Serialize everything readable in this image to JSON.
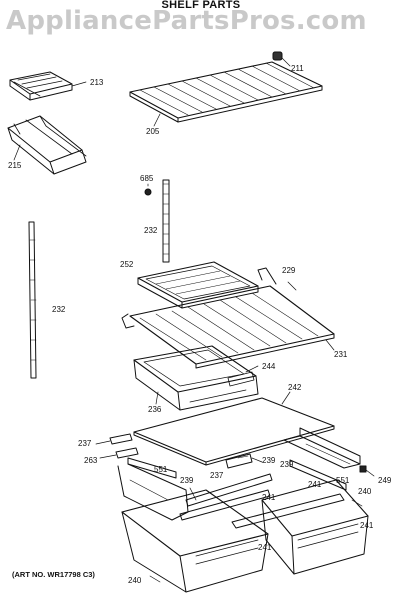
{
  "watermark": "AppliancePartsPros.com",
  "title": "SHELF PARTS",
  "art_number": "(ART NO. WR17798 C3)",
  "callouts": [
    {
      "id": "213",
      "text": "213"
    },
    {
      "id": "211",
      "text": "211"
    },
    {
      "id": "205",
      "text": "205"
    },
    {
      "id": "215",
      "text": "215"
    },
    {
      "id": "685",
      "text": "685"
    },
    {
      "id": "232a",
      "text": "232"
    },
    {
      "id": "232b",
      "text": "232"
    },
    {
      "id": "252",
      "text": "252"
    },
    {
      "id": "229",
      "text": "229"
    },
    {
      "id": "231",
      "text": "231"
    },
    {
      "id": "244",
      "text": "244"
    },
    {
      "id": "242",
      "text": "242"
    },
    {
      "id": "236",
      "text": "236"
    },
    {
      "id": "237a",
      "text": "237"
    },
    {
      "id": "263",
      "text": "263"
    },
    {
      "id": "551a",
      "text": "551"
    },
    {
      "id": "239a",
      "text": "239"
    },
    {
      "id": "239b",
      "text": "239"
    },
    {
      "id": "237b",
      "text": "237"
    },
    {
      "id": "239c",
      "text": "239"
    },
    {
      "id": "249",
      "text": "249"
    },
    {
      "id": "241a",
      "text": "241"
    },
    {
      "id": "241b",
      "text": "241"
    },
    {
      "id": "551b",
      "text": "551"
    },
    {
      "id": "240a",
      "text": "240"
    },
    {
      "id": "241c",
      "text": "241"
    },
    {
      "id": "241d",
      "text": "241"
    },
    {
      "id": "240b",
      "text": "240"
    }
  ]
}
